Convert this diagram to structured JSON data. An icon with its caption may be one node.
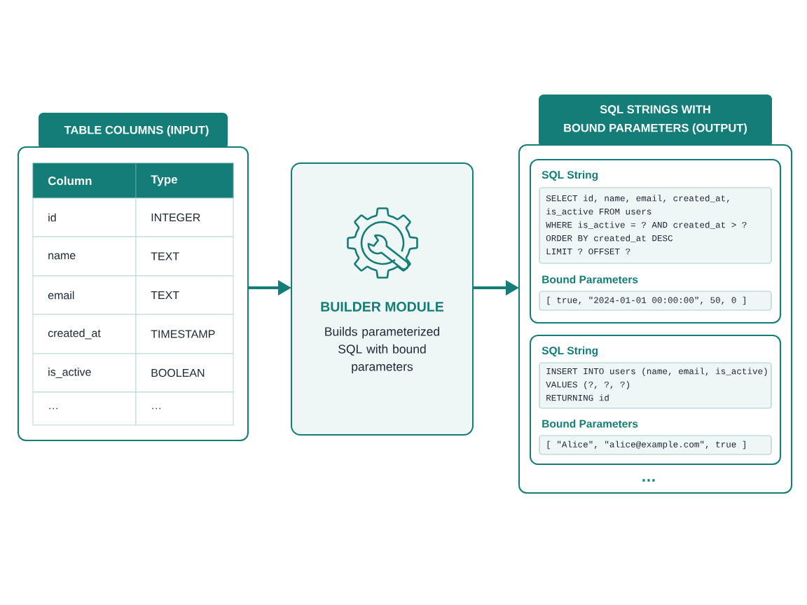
{
  "diagram": {
    "nodes": [
      {
        "text": [
          "TABLE COLUMNS (INPUT)"
        ]
      },
      {
        "text": [
          "BUILDER MODULE",
          "Builds parameterized SQL with bound parameters"
        ]
      },
      {
        "text": [
          "SQL STRINGS WITH BOUND PARAMETERS (OUTPUT)"
        ]
      },
      {
        "text": [
          "SQL String",
          "Bound Parameters"
        ],
        "in": 2
      },
      {
        "text": [
          "SELECT id, name, email, created_at, is_active FROM users WHERE is_active = ? AND created_at > ? ORDER BY created_at DESC LIMIT ? OFFSET ?"
        ],
        "in": 3
      },
      {
        "text": [
          "[ true, \"2024-01-01 00:00:00\", 50, 0 ]"
        ],
        "in": 3
      },
      {
        "text": [
          "SQL String",
          "Bound Parameters"
        ],
        "in": 2
      },
      {
        "text": [
          "INSERT INTO users (name, email, is_active) VALUES (?, ?, ?) RETURNING id"
        ],
        "in": 6
      },
      {
        "text": [
          "[ \"Alice\", \"alice@example.com\", true ]"
        ],
        "in": 6
      }
    ],
    "edges": [
      {
        "from": 0,
        "to": 1,
        "arrow": "to"
      },
      {
        "from": 1,
        "to": 2,
        "arrow": "to"
      }
    ],
    "labels": [
      "Column",
      "Type",
      "id",
      "INTEGER",
      "name",
      "TEXT",
      "email",
      "TEXT",
      "created_at",
      "TIMESTAMP",
      "is_active",
      "BOOLEAN",
      "…",
      "…",
      "…"
    ]
  }
}
